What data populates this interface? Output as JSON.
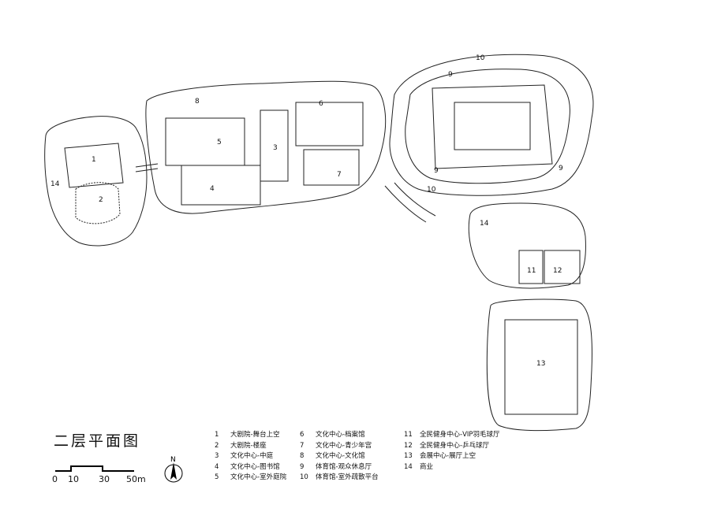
{
  "title": "二层平面图",
  "scale": {
    "labels": [
      "0",
      "10",
      "30",
      "50m"
    ]
  },
  "north": "N",
  "legend": [
    {
      "n": "1",
      "text": "大剧院-舞台上空"
    },
    {
      "n": "2",
      "text": "大剧院-楼座"
    },
    {
      "n": "3",
      "text": "文化中心-中庭"
    },
    {
      "n": "4",
      "text": "文化中心-图书馆"
    },
    {
      "n": "5",
      "text": "文化中心-室外庭院"
    },
    {
      "n": "6",
      "text": "文化中心-档案馆"
    },
    {
      "n": "7",
      "text": "文化中心-青少年宫"
    },
    {
      "n": "8",
      "text": "文化中心-文化馆"
    },
    {
      "n": "9",
      "text": "体育馆-观众休息厅"
    },
    {
      "n": "10",
      "text": "体育馆-室外疏散平台"
    },
    {
      "n": "11",
      "text": "全民健身中心-VIP羽毛球厅"
    },
    {
      "n": "12",
      "text": "全民健身中心-乒乓球厅"
    },
    {
      "n": "13",
      "text": "会展中心-展厅上空"
    },
    {
      "n": "14",
      "text": "商业"
    }
  ],
  "plan_labels": [
    "1",
    "2",
    "14",
    "8",
    "5",
    "4",
    "3",
    "6",
    "7",
    "10",
    "9",
    "9",
    "9",
    "10",
    "14",
    "11",
    "12",
    "13"
  ]
}
